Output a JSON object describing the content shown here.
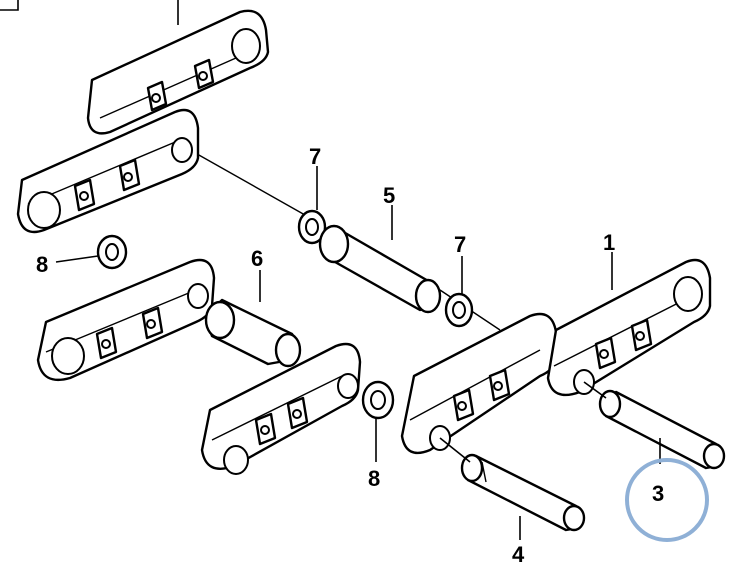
{
  "callouts": {
    "c1": "1",
    "c3": "3",
    "c4": "4",
    "c5": "5",
    "c6": "6",
    "c7a": "7",
    "c7b": "7",
    "c8a": "8",
    "c8b": "8"
  },
  "colors": {
    "line": "#000000",
    "highlight_circle": "#8fb0d6",
    "background": "#ffffff"
  }
}
